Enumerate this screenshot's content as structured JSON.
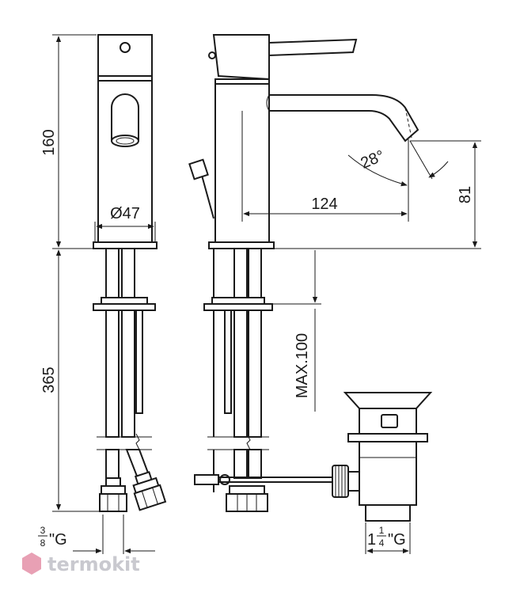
{
  "dimensions": {
    "height_top": "160",
    "diameter": "Ø47",
    "height_bottom": "365",
    "reach": "124",
    "spout_height": "81",
    "max_thickness": "MAX.100",
    "angle": "28°"
  },
  "threads": {
    "hose": {
      "numerator": "3",
      "denominator": "8",
      "suffix": "\"G"
    },
    "waste": {
      "whole": "1",
      "numerator": "1",
      "denominator": "4",
      "suffix": "\"G"
    }
  },
  "watermark": {
    "brand": "termokit",
    "color": "#c9c9cf",
    "icon_color": "#e8a0b4"
  }
}
